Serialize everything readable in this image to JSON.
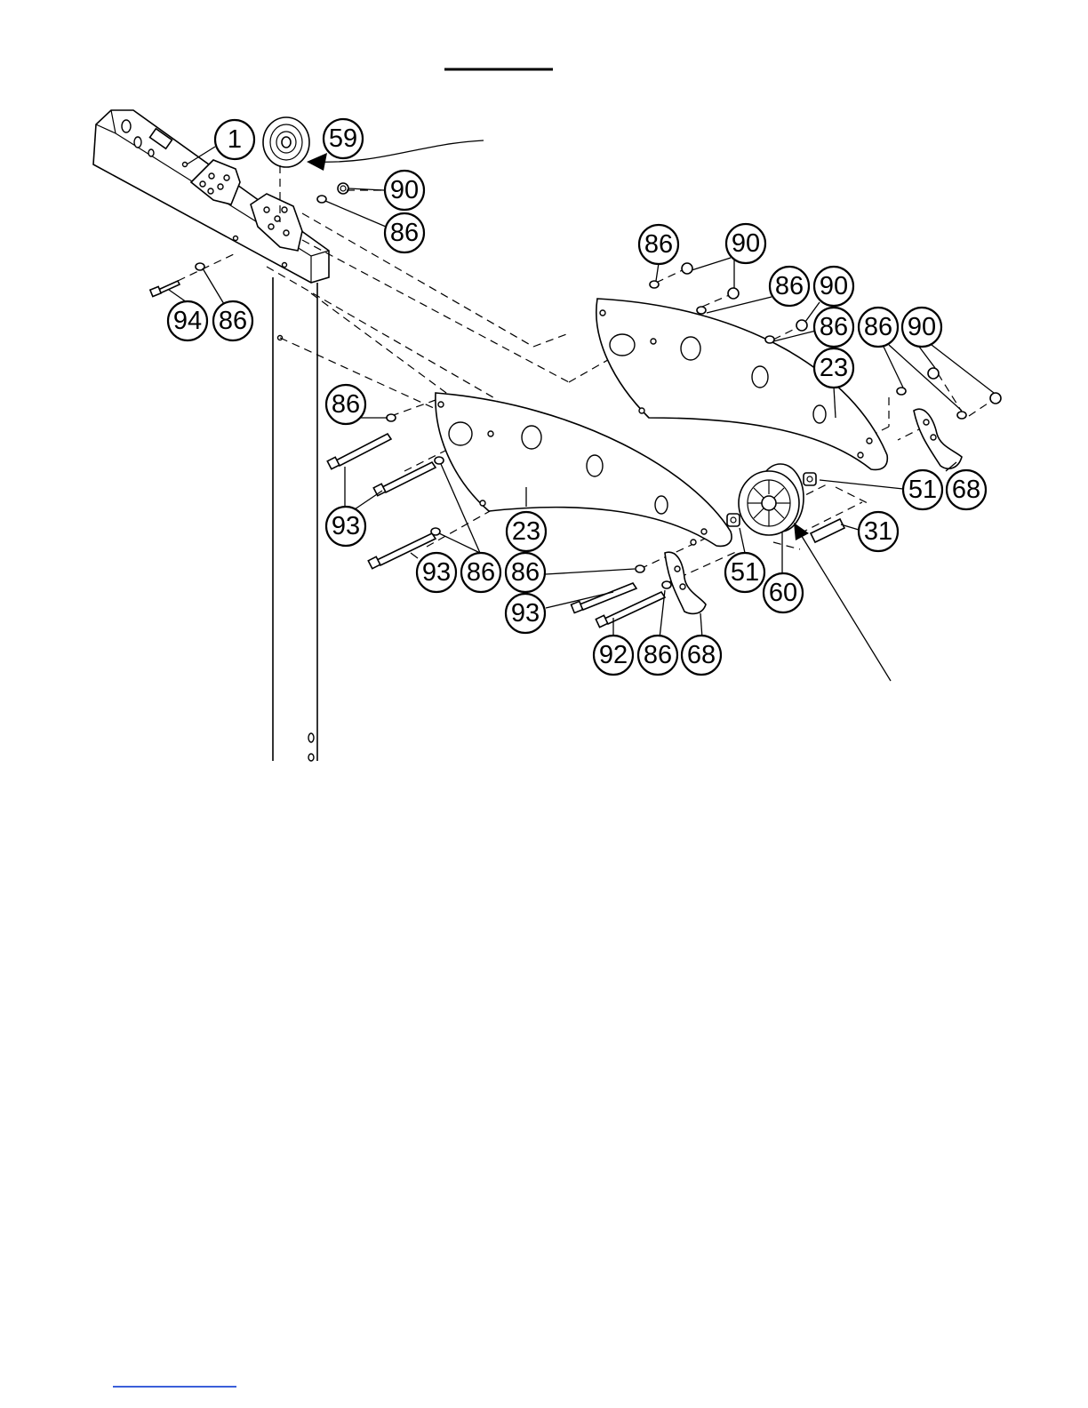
{
  "callouts": [
    {
      "id": "c1",
      "label": "1"
    },
    {
      "id": "c59",
      "label": "59"
    },
    {
      "id": "c90a",
      "label": "90"
    },
    {
      "id": "c86a",
      "label": "86"
    },
    {
      "id": "c94",
      "label": "94"
    },
    {
      "id": "c86b",
      "label": "86"
    },
    {
      "id": "c86c",
      "label": "86"
    },
    {
      "id": "c90b",
      "label": "90"
    },
    {
      "id": "c86d",
      "label": "86"
    },
    {
      "id": "c90c",
      "label": "90"
    },
    {
      "id": "c86e",
      "label": "86"
    },
    {
      "id": "c86f",
      "label": "86"
    },
    {
      "id": "c90d",
      "label": "90"
    },
    {
      "id": "c23a",
      "label": "23"
    },
    {
      "id": "c86g",
      "label": "86"
    },
    {
      "id": "c93a",
      "label": "93"
    },
    {
      "id": "c23b",
      "label": "23"
    },
    {
      "id": "c93b",
      "label": "93"
    },
    {
      "id": "c86h",
      "label": "86"
    },
    {
      "id": "c86i",
      "label": "86"
    },
    {
      "id": "c93c",
      "label": "93"
    },
    {
      "id": "c92",
      "label": "92"
    },
    {
      "id": "c86j",
      "label": "86"
    },
    {
      "id": "c68a",
      "label": "68"
    },
    {
      "id": "c51a",
      "label": "51"
    },
    {
      "id": "c51b",
      "label": "51"
    },
    {
      "id": "c60",
      "label": "60"
    },
    {
      "id": "c31",
      "label": "31"
    },
    {
      "id": "c68b",
      "label": "68"
    }
  ]
}
